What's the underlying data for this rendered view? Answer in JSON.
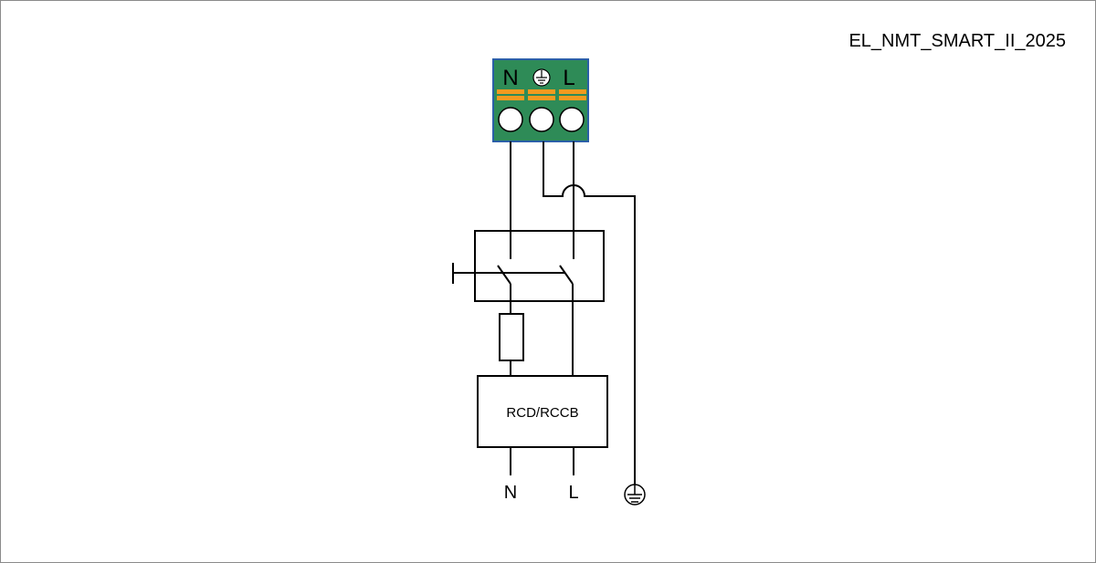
{
  "document": {
    "id": "EL_NMT_SMART_II_2025"
  },
  "terminal": {
    "labels": {
      "neutral": "N",
      "line": "L"
    },
    "earth_symbol": "earth-icon"
  },
  "rcd": {
    "label": "RCD/RCCB"
  },
  "outputs": {
    "neutral": "N",
    "line": "L",
    "earth_symbol": "earth-icon"
  },
  "colors": {
    "terminal_block": "#2e8b57",
    "terminal_border": "#2b5fa8",
    "clamp": "#f29a1f",
    "wire": "#000000"
  }
}
